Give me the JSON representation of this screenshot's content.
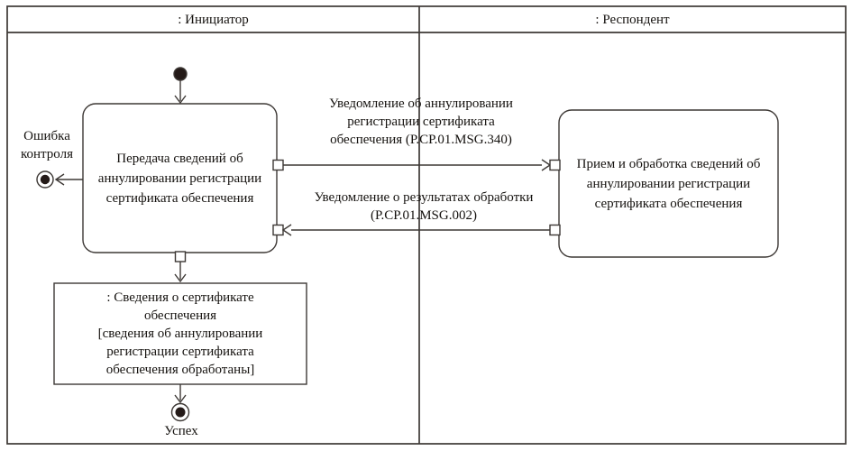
{
  "diagram": {
    "lanes": [
      {
        "label": ": Инициатор"
      },
      {
        "label": ": Респондент"
      }
    ],
    "activities": {
      "left": [
        "Передача сведений об",
        "аннулировании регистрации",
        "сертификата обеспечения"
      ],
      "right": [
        "Прием и обработка сведений об",
        "аннулировании регистрации",
        "сертификата обеспечения"
      ]
    },
    "object_node": {
      "name": [
        ": Сведения о сертификате",
        "обеспечения"
      ],
      "state": [
        "[сведения об аннулировании",
        "регистрации сертификата",
        "обеспечения обработаны]"
      ]
    },
    "messages": {
      "request": [
        "Уведомление об аннулировании",
        "регистрации сертификата",
        "обеспечения (Р.СР.01.MSG.340)"
      ],
      "response": [
        "Уведомление о результатах обработки",
        "(Р.СР.01.MSG.002)"
      ]
    },
    "terminals": {
      "error": [
        "Ошибка",
        "контроля"
      ],
      "success": "Успех"
    },
    "colors": {
      "line": "#3d3835",
      "node_fill": "#241a18",
      "text": "#15120f"
    }
  }
}
